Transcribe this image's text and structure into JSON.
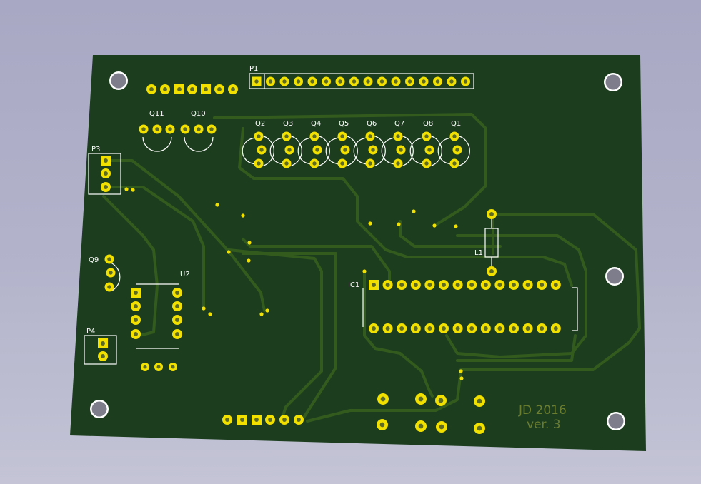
{
  "colors": {
    "board": "#1c3e1e",
    "trace": "#345b1e",
    "pad": "#f2e000",
    "drill": "#5c6a26",
    "silk": "#ffffff",
    "brand_text": "#6b7d2e"
  },
  "labels": {
    "p1": "P1",
    "p3": "P3",
    "p4": "P4",
    "q1": "Q1",
    "q2": "Q2",
    "q3": "Q3",
    "q4": "Q4",
    "q5": "Q5",
    "q6": "Q6",
    "q7": "Q7",
    "q8": "Q8",
    "q9": "Q9",
    "q10": "Q10",
    "q11": "Q11",
    "u2": "U2",
    "ic1": "IC1",
    "l1": "L1"
  },
  "board_text": {
    "line1": "JD 2016",
    "line2": "ver. 3"
  }
}
